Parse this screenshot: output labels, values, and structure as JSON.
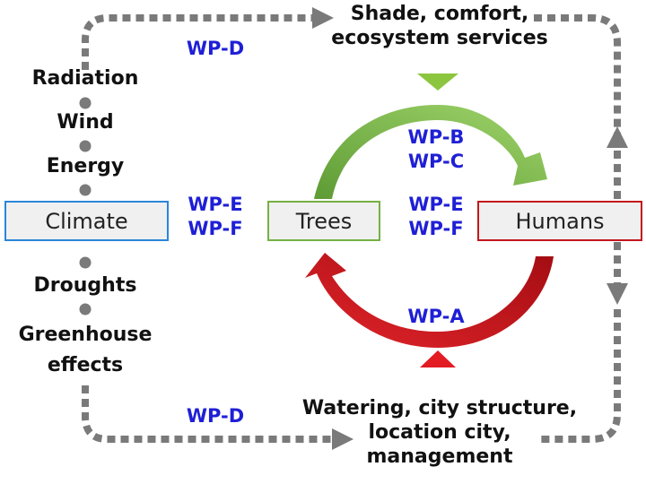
{
  "colors": {
    "wp_text": "#1f1fd6",
    "climate_border": "#2b86d9",
    "trees_border": "#76b043",
    "humans_border": "#c4161c",
    "dotted_line": "#7a7a7a",
    "green_arrow": "#6db33f",
    "red_arrow": "#d7141b"
  },
  "nodes": {
    "climate": "Climate",
    "trees": "Trees",
    "humans": "Humans"
  },
  "climate_factors": [
    "Radiation",
    "Wind",
    "Energy",
    "Droughts",
    "Greenhouse",
    "effects"
  ],
  "top_label": [
    "Shade, comfort,",
    "ecosystem services"
  ],
  "bottom_label": [
    "Watering, city structure,",
    "location city,",
    "management"
  ],
  "work_packages": {
    "top_left": "WP-D",
    "bottom_left": "WP-D",
    "climate_trees": [
      "WP-E",
      "WP-F"
    ],
    "upper_arc": [
      "WP-B",
      "WP-C"
    ],
    "trees_humans": [
      "WP-E",
      "WP-F"
    ],
    "lower_arc": "WP-A"
  }
}
